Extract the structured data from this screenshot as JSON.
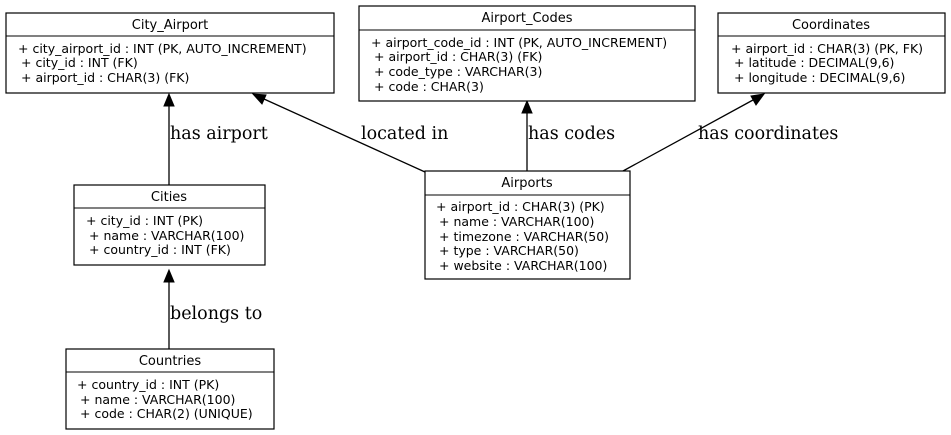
{
  "entities": {
    "city_airport": {
      "title": "City_Airport",
      "attributes": [
        "+ city_airport_id : INT (PK, AUTO_INCREMENT)",
        "+ city_id : INT (FK)",
        "+ airport_id : CHAR(3) (FK)"
      ]
    },
    "airport_codes": {
      "title": "Airport_Codes",
      "attributes": [
        "+ airport_code_id : INT (PK, AUTO_INCREMENT)",
        "+ airport_id : CHAR(3) (FK)",
        "+ code_type : VARCHAR(3)",
        "+ code : CHAR(3)"
      ]
    },
    "coordinates": {
      "title": "Coordinates",
      "attributes": [
        "+ airport_id : CHAR(3) (PK, FK)",
        "+ latitude : DECIMAL(9,6)",
        "+ longitude : DECIMAL(9,6)"
      ]
    },
    "cities": {
      "title": "Cities",
      "attributes": [
        "+ city_id : INT (PK)",
        "+ name : VARCHAR(100)",
        "+ country_id : INT (FK)"
      ]
    },
    "airports": {
      "title": "Airports",
      "attributes": [
        "+ airport_id : CHAR(3) (PK)",
        "+ name : VARCHAR(100)",
        "+ timezone : VARCHAR(50)",
        "+ type : VARCHAR(50)",
        "+ website : VARCHAR(100)"
      ]
    },
    "countries": {
      "title": "Countries",
      "attributes": [
        "+ country_id : INT (PK)",
        "+ name : VARCHAR(100)",
        "+ code : CHAR(2) (UNIQUE)"
      ]
    }
  },
  "relationships": [
    {
      "from": "cities",
      "to": "city_airport",
      "label": "has airport"
    },
    {
      "from": "airports",
      "to": "city_airport",
      "label": "located in"
    },
    {
      "from": "airports",
      "to": "airport_codes",
      "label": "has codes"
    },
    {
      "from": "airports",
      "to": "coordinates",
      "label": "has coordinates"
    },
    {
      "from": "countries",
      "to": "cities",
      "label": "belongs to"
    }
  ]
}
